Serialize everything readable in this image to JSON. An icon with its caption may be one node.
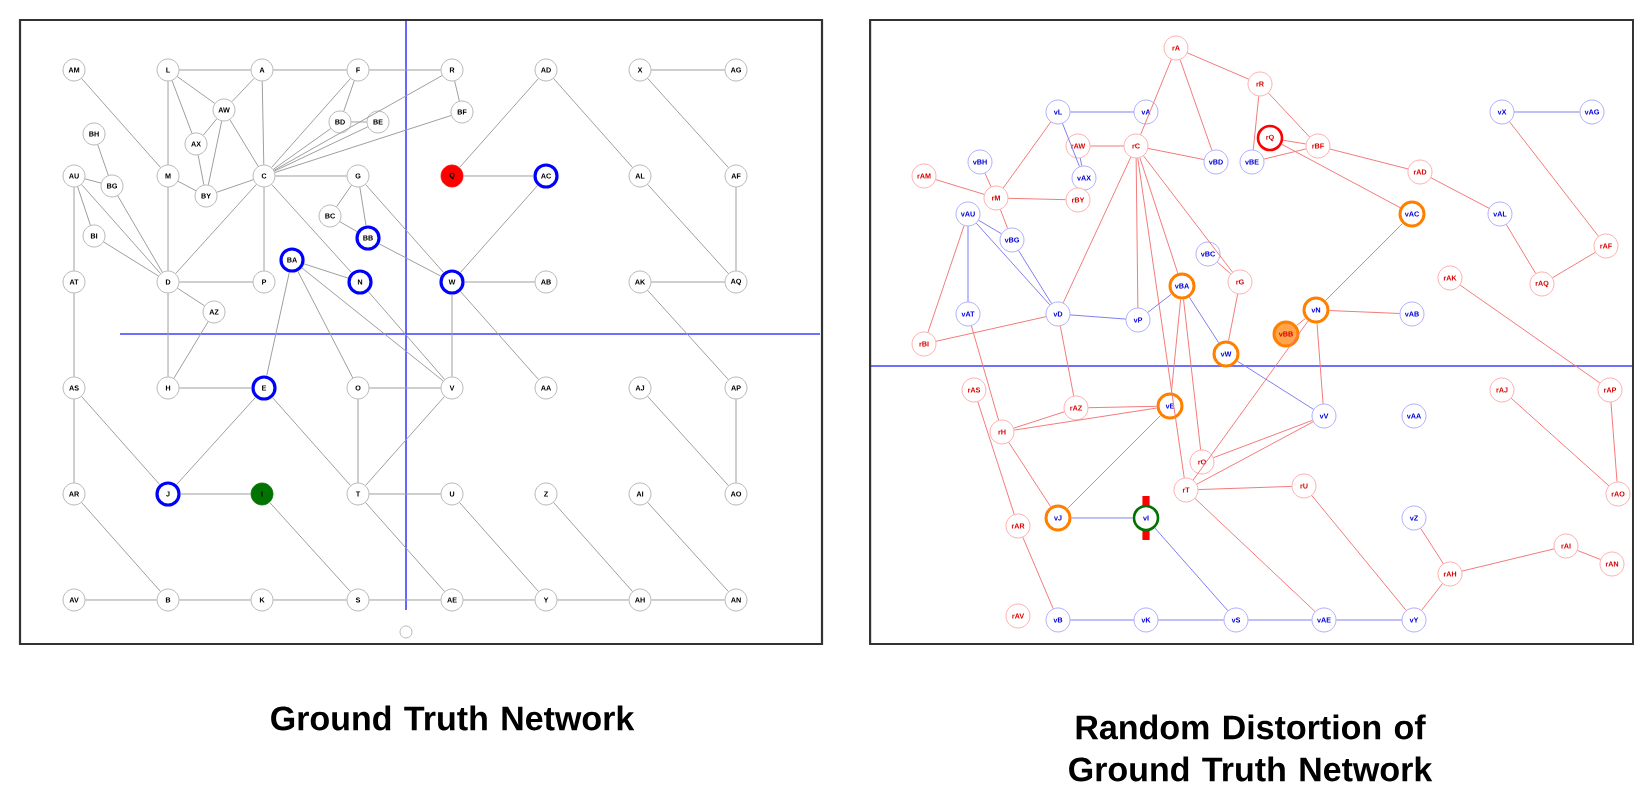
{
  "diagram": {
    "nodes": [
      {
        "text": [
          "Ground Truth Network"
        ]
      },
      {
        "text": [
          "Random Distortion of Ground Truth Network"
        ]
      },
      {
        "text": [
          "AM"
        ],
        "in": 0
      },
      {
        "text": [
          "L"
        ],
        "in": 0
      },
      {
        "text": [
          "A"
        ],
        "in": 0
      },
      {
        "text": [
          "F"
        ],
        "in": 0
      },
      {
        "text": [
          "R"
        ],
        "in": 0
      },
      {
        "text": [
          "AD"
        ],
        "in": 0
      },
      {
        "text": [
          "X"
        ],
        "in": 0
      },
      {
        "text": [
          "AG"
        ],
        "in": 0
      },
      {
        "text": [
          "AW"
        ],
        "in": 0
      },
      {
        "text": [
          "BF"
        ],
        "in": 0
      },
      {
        "text": [
          "BD"
        ],
        "in": 0
      },
      {
        "text": [
          "BE"
        ],
        "in": 0
      },
      {
        "text": [
          "BH"
        ],
        "in": 0
      },
      {
        "text": [
          "AX"
        ],
        "in": 0
      },
      {
        "text": [
          "AU"
        ],
        "in": 0
      },
      {
        "text": [
          "M"
        ],
        "in": 0
      },
      {
        "text": [
          "C"
        ],
        "in": 0
      },
      {
        "text": [
          "G"
        ],
        "in": 0
      },
      {
        "text": [
          "Q"
        ],
        "in": 0
      },
      {
        "text": [
          "AC"
        ],
        "in": 0
      },
      {
        "text": [
          "AL"
        ],
        "in": 0
      },
      {
        "text": [
          "AF"
        ],
        "in": 0
      },
      {
        "text": [
          "BG"
        ],
        "in": 0
      },
      {
        "text": [
          "BY"
        ],
        "in": 0
      },
      {
        "text": [
          "BC"
        ],
        "in": 0
      },
      {
        "text": [
          "BI"
        ],
        "in": 0
      },
      {
        "text": [
          "BB"
        ],
        "in": 0
      },
      {
        "text": [
          "BA"
        ],
        "in": 0
      },
      {
        "text": [
          "AT"
        ],
        "in": 0
      },
      {
        "text": [
          "D"
        ],
        "in": 0
      },
      {
        "text": [
          "P"
        ],
        "in": 0
      },
      {
        "text": [
          "N"
        ],
        "in": 0
      },
      {
        "text": [
          "W"
        ],
        "in": 0
      },
      {
        "text": [
          "AB"
        ],
        "in": 0
      },
      {
        "text": [
          "AK"
        ],
        "in": 0
      },
      {
        "text": [
          "AQ"
        ],
        "in": 0
      },
      {
        "text": [
          "AZ"
        ],
        "in": 0
      },
      {
        "text": [
          "AS"
        ],
        "in": 0
      },
      {
        "text": [
          "H"
        ],
        "in": 0
      },
      {
        "text": [
          "E"
        ],
        "in": 0
      },
      {
        "text": [
          "O"
        ],
        "in": 0
      },
      {
        "text": [
          "V"
        ],
        "in": 0
      },
      {
        "text": [
          "AA"
        ],
        "in": 0
      },
      {
        "text": [
          "AJ"
        ],
        "in": 0
      },
      {
        "text": [
          "AP"
        ],
        "in": 0
      },
      {
        "text": [
          "AR"
        ],
        "in": 0
      },
      {
        "text": [
          "J"
        ],
        "in": 0
      },
      {
        "text": [
          "I"
        ],
        "in": 0
      },
      {
        "text": [
          "T"
        ],
        "in": 0
      },
      {
        "text": [
          "U"
        ],
        "in": 0
      },
      {
        "text": [
          "Z"
        ],
        "in": 0
      },
      {
        "text": [
          "AI"
        ],
        "in": 0
      },
      {
        "text": [
          "AO"
        ],
        "in": 0
      },
      {
        "text": [
          "AV"
        ],
        "in": 0
      },
      {
        "text": [
          "B"
        ],
        "in": 0
      },
      {
        "text": [
          "K"
        ],
        "in": 0
      },
      {
        "text": [
          "S"
        ],
        "in": 0
      },
      {
        "text": [
          "AE"
        ],
        "in": 0
      },
      {
        "text": [
          "Y"
        ],
        "in": 0
      },
      {
        "text": [
          "AH"
        ],
        "in": 0
      },
      {
        "text": [
          "AN"
        ],
        "in": 0
      },
      {
        "text": [
          "rA"
        ],
        "in": 1
      },
      {
        "text": [
          "rR"
        ],
        "in": 1
      },
      {
        "text": [
          "vL"
        ],
        "in": 1
      },
      {
        "text": [
          "vA"
        ],
        "in": 1
      },
      {
        "text": [
          "vX"
        ],
        "in": 1
      },
      {
        "text": [
          "vAG"
        ],
        "in": 1
      },
      {
        "text": [
          "rQ"
        ],
        "in": 1
      },
      {
        "text": [
          "rAW"
        ],
        "in": 1
      },
      {
        "text": [
          "rC"
        ],
        "in": 1
      },
      {
        "text": [
          "rBF"
        ],
        "in": 1
      },
      {
        "text": [
          "vBD"
        ],
        "in": 1
      },
      {
        "text": [
          "vBE"
        ],
        "in": 1
      },
      {
        "text": [
          "rAD"
        ],
        "in": 1
      },
      {
        "text": [
          "vBH"
        ],
        "in": 1
      },
      {
        "text": [
          "rAM"
        ],
        "in": 1
      },
      {
        "text": [
          "vAX"
        ],
        "in": 1
      },
      {
        "text": [
          "rBY"
        ],
        "in": 1
      },
      {
        "text": [
          "rM"
        ],
        "in": 1
      },
      {
        "text": [
          "vAU"
        ],
        "in": 1
      },
      {
        "text": [
          "vAC"
        ],
        "in": 1
      },
      {
        "text": [
          "vAL"
        ],
        "in": 1
      },
      {
        "text": [
          "vBG"
        ],
        "in": 1
      },
      {
        "text": [
          "rAF"
        ],
        "in": 1
      },
      {
        "text": [
          "vBC"
        ],
        "in": 1
      },
      {
        "text": [
          "rAK"
        ],
        "in": 1
      },
      {
        "text": [
          "rG"
        ],
        "in": 1
      },
      {
        "text": [
          "rAQ"
        ],
        "in": 1
      },
      {
        "text": [
          "vBA"
        ],
        "in": 1
      },
      {
        "text": [
          "vN"
        ],
        "in": 1
      },
      {
        "text": [
          "vAB"
        ],
        "in": 1
      },
      {
        "text": [
          "vP"
        ],
        "in": 1
      },
      {
        "text": [
          "vD"
        ],
        "in": 1
      },
      {
        "text": [
          "vAT"
        ],
        "in": 1
      },
      {
        "text": [
          "vBB"
        ],
        "in": 1
      },
      {
        "text": [
          "rBI"
        ],
        "in": 1
      },
      {
        "text": [
          "vW"
        ],
        "in": 1
      },
      {
        "text": [
          "rAS"
        ],
        "in": 1
      },
      {
        "text": [
          "rAJ"
        ],
        "in": 1
      },
      {
        "text": [
          "rAP"
        ],
        "in": 1
      },
      {
        "text": [
          "vE"
        ],
        "in": 1
      },
      {
        "text": [
          "rAZ"
        ],
        "in": 1
      },
      {
        "text": [
          "vV"
        ],
        "in": 1
      },
      {
        "text": [
          "vAA"
        ],
        "in": 1
      },
      {
        "text": [
          "rH"
        ],
        "in": 1
      },
      {
        "text": [
          "rO"
        ],
        "in": 1
      },
      {
        "text": [
          "rT"
        ],
        "in": 1
      },
      {
        "text": [
          "rU"
        ],
        "in": 1
      },
      {
        "text": [
          "rAO"
        ],
        "in": 1
      },
      {
        "text": [
          "vJ"
        ],
        "in": 1
      },
      {
        "text": [
          "vI"
        ],
        "in": 1
      },
      {
        "text": [
          "vZ"
        ],
        "in": 1
      },
      {
        "text": [
          "rAR"
        ],
        "in": 1
      },
      {
        "text": [
          "rAI"
        ],
        "in": 1
      },
      {
        "text": [
          "rAN"
        ],
        "in": 1
      },
      {
        "text": [
          "rAH"
        ],
        "in": 1
      },
      {
        "text": [
          "rAV"
        ],
        "in": 1
      },
      {
        "text": [
          "vB"
        ],
        "in": 1
      },
      {
        "text": [
          "vK"
        ],
        "in": 1
      },
      {
        "text": [
          "vS"
        ],
        "in": 1
      },
      {
        "text": [
          "vAE"
        ],
        "in": 1
      },
      {
        "text": [
          "vY"
        ],
        "in": 1
      }
    ],
    "edges": [
      {
        "from": 3,
        "to": 4,
        "arrow": "none"
      },
      {
        "from": 4,
        "to": 5,
        "arrow": "none"
      },
      {
        "from": 5,
        "to": 6,
        "arrow": "none"
      },
      {
        "from": 2,
        "to": 17,
        "arrow": "none"
      },
      {
        "from": 3,
        "to": 17,
        "arrow": "none"
      },
      {
        "from": 17,
        "to": 31,
        "arrow": "none"
      },
      {
        "from": 31,
        "to": 40,
        "arrow": "none"
      },
      {
        "from": 3,
        "to": 10,
        "arrow": "none"
      },
      {
        "from": 3,
        "to": 15,
        "arrow": "none"
      },
      {
        "from": 10,
        "to": 15,
        "arrow": "none"
      },
      {
        "from": 10,
        "to": 25,
        "arrow": "none"
      },
      {
        "from": 15,
        "to": 25,
        "arrow": "none"
      },
      {
        "from": 4,
        "to": 10,
        "arrow": "none"
      },
      {
        "from": 10,
        "to": 18,
        "arrow": "none"
      },
      {
        "from": 4,
        "to": 18,
        "arrow": "none"
      },
      {
        "from": 18,
        "to": 32,
        "arrow": "none"
      },
      {
        "from": 17,
        "to": 25,
        "arrow": "none"
      },
      {
        "from": 25,
        "to": 18,
        "arrow": "none"
      },
      {
        "from": 5,
        "to": 18,
        "arrow": "none"
      },
      {
        "from": 12,
        "to": 18,
        "arrow": "none"
      },
      {
        "from": 13,
        "to": 18,
        "arrow": "none"
      },
      {
        "from": 6,
        "to": 18,
        "arrow": "none"
      },
      {
        "from": 11,
        "to": 18,
        "arrow": "none"
      },
      {
        "from": 12,
        "to": 13,
        "arrow": "none"
      },
      {
        "from": 5,
        "to": 12,
        "arrow": "none"
      },
      {
        "from": 6,
        "to": 11,
        "arrow": "none"
      },
      {
        "from": 18,
        "to": 19,
        "arrow": "none"
      },
      {
        "from": 18,
        "to": 31,
        "arrow": "none"
      },
      {
        "from": 18,
        "to": 33,
        "arrow": "none"
      },
      {
        "from": 19,
        "to": 26,
        "arrow": "none"
      },
      {
        "from": 19,
        "to": 28,
        "arrow": "none"
      },
      {
        "from": 19,
        "to": 34,
        "arrow": "none"
      },
      {
        "from": 28,
        "to": 34,
        "arrow": "none"
      },
      {
        "from": 26,
        "to": 28,
        "arrow": "none"
      },
      {
        "from": 14,
        "to": 24,
        "arrow": "none"
      },
      {
        "from": 16,
        "to": 24,
        "arrow": "none"
      },
      {
        "from": 16,
        "to": 27,
        "arrow": "none"
      },
      {
        "from": 16,
        "to": 31,
        "arrow": "none"
      },
      {
        "from": 16,
        "to": 30,
        "arrow": "none"
      },
      {
        "from": 24,
        "to": 31,
        "arrow": "none"
      },
      {
        "from": 27,
        "to": 31,
        "arrow": "none"
      },
      {
        "from": 30,
        "to": 39,
        "arrow": "none"
      },
      {
        "from": 39,
        "to": 47,
        "arrow": "none"
      },
      {
        "from": 31,
        "to": 32,
        "arrow": "none"
      },
      {
        "from": 31,
        "to": 38,
        "arrow": "none"
      },
      {
        "from": 38,
        "to": 40,
        "arrow": "none"
      },
      {
        "from": 29,
        "to": 33,
        "arrow": "none"
      },
      {
        "from": 29,
        "to": 41,
        "arrow": "none"
      },
      {
        "from": 29,
        "to": 42,
        "arrow": "none"
      },
      {
        "from": 29,
        "to": 43,
        "arrow": "none"
      },
      {
        "from": 33,
        "to": 43,
        "arrow": "none"
      },
      {
        "from": 34,
        "to": 43,
        "arrow": "none"
      },
      {
        "from": 34,
        "to": 21,
        "arrow": "none"
      },
      {
        "from": 20,
        "to": 21,
        "arrow": "none"
      },
      {
        "from": 20,
        "to": 7,
        "arrow": "none"
      },
      {
        "from": 7,
        "to": 22,
        "arrow": "none"
      },
      {
        "from": 22,
        "to": 37,
        "arrow": "none"
      },
      {
        "from": 8,
        "to": 9,
        "arrow": "none"
      },
      {
        "from": 8,
        "to": 23,
        "arrow": "none"
      },
      {
        "from": 23,
        "to": 37,
        "arrow": "none"
      },
      {
        "from": 36,
        "to": 37,
        "arrow": "none"
      },
      {
        "from": 34,
        "to": 35,
        "arrow": "none"
      },
      {
        "from": 34,
        "to": 44,
        "arrow": "none"
      },
      {
        "from": 36,
        "to": 46,
        "arrow": "none"
      },
      {
        "from": 39,
        "to": 48,
        "arrow": "none"
      },
      {
        "from": 40,
        "to": 41,
        "arrow": "none"
      },
      {
        "from": 41,
        "to": 48,
        "arrow": "none"
      },
      {
        "from": 41,
        "to": 50,
        "arrow": "none"
      },
      {
        "from": 42,
        "to": 43,
        "arrow": "none"
      },
      {
        "from": 42,
        "to": 50,
        "arrow": "none"
      },
      {
        "from": 43,
        "to": 50,
        "arrow": "none"
      },
      {
        "from": 45,
        "to": 54,
        "arrow": "none"
      },
      {
        "from": 46,
        "to": 54,
        "arrow": "none"
      },
      {
        "from": 47,
        "to": 56,
        "arrow": "none"
      },
      {
        "from": 48,
        "to": 49,
        "arrow": "none"
      },
      {
        "from": 49,
        "to": 58,
        "arrow": "none"
      },
      {
        "from": 50,
        "to": 51,
        "arrow": "none"
      },
      {
        "from": 50,
        "to": 59,
        "arrow": "none"
      },
      {
        "from": 51,
        "to": 60,
        "arrow": "none"
      },
      {
        "from": 52,
        "to": 61,
        "arrow": "none"
      },
      {
        "from": 53,
        "to": 62,
        "arrow": "none"
      },
      {
        "from": 55,
        "to": 56,
        "arrow": "none"
      },
      {
        "from": 56,
        "to": 57,
        "arrow": "none"
      },
      {
        "from": 57,
        "to": 58,
        "arrow": "none"
      },
      {
        "from": 58,
        "to": 59,
        "arrow": "none"
      },
      {
        "from": 59,
        "to": 60,
        "arrow": "none"
      },
      {
        "from": 60,
        "to": 61,
        "arrow": "none"
      },
      {
        "from": 61,
        "to": 62,
        "arrow": "none"
      },
      {
        "from": 63,
        "to": 71,
        "arrow": "none",
        "color": "#f47a7a"
      },
      {
        "from": 63,
        "to": 73,
        "arrow": "none",
        "color": "#f47a7a"
      },
      {
        "from": 63,
        "to": 64,
        "arrow": "none",
        "color": "#f47a7a"
      },
      {
        "from": 70,
        "to": 71,
        "arrow": "none",
        "color": "#f47a7a"
      },
      {
        "from": 70,
        "to": 78,
        "arrow": "none",
        "color": "#8080f0"
      },
      {
        "from": 71,
        "to": 73,
        "arrow": "none",
        "color": "#f47a7a"
      },
      {
        "from": 77,
        "to": 80,
        "arrow": "none",
        "color": "#f47a7a"
      },
      {
        "from": 80,
        "to": 79,
        "arrow": "none",
        "color": "#f47a7a"
      },
      {
        "from": 76,
        "to": 80,
        "arrow": "none",
        "color": "#f47a7a"
      },
      {
        "from": 84,
        "to": 80,
        "arrow": "none",
        "color": "#f47a7a"
      },
      {
        "from": 65,
        "to": 80,
        "arrow": "none",
        "color": "#f47a7a"
      },
      {
        "from": 65,
        "to": 66,
        "arrow": "none",
        "color": "#8080f0"
      },
      {
        "from": 65,
        "to": 78,
        "arrow": "none",
        "color": "#8080f0"
      },
      {
        "from": 71,
        "to": 94,
        "arrow": "none",
        "color": "#f47a7a"
      },
      {
        "from": 71,
        "to": 93,
        "arrow": "none",
        "color": "#f47a7a"
      },
      {
        "from": 71,
        "to": 90,
        "arrow": "none",
        "color": "#f47a7a"
      },
      {
        "from": 71,
        "to": 88,
        "arrow": "none",
        "color": "#f47a7a"
      },
      {
        "from": 71,
        "to": 108,
        "arrow": "none",
        "color": "#f47a7a"
      },
      {
        "from": 86,
        "to": 88,
        "arrow": "none",
        "color": "#f47a7a"
      },
      {
        "from": 88,
        "to": 98,
        "arrow": "none",
        "color": "#f47a7a"
      },
      {
        "from": 64,
        "to": 72,
        "arrow": "none",
        "color": "#f47a7a"
      },
      {
        "from": 64,
        "to": 74,
        "arrow": "none",
        "color": "#f47a7a"
      },
      {
        "from": 74,
        "to": 72,
        "arrow": "none",
        "color": "#f47a7a"
      },
      {
        "from": 69,
        "to": 72,
        "arrow": "none",
        "color": "#f47a7a"
      },
      {
        "from": 69,
        "to": 82,
        "arrow": "none",
        "color": "#f47a7a"
      },
      {
        "from": 72,
        "to": 75,
        "arrow": "none",
        "color": "#f47a7a"
      },
      {
        "from": 75,
        "to": 83,
        "arrow": "none",
        "color": "#f47a7a"
      },
      {
        "from": 83,
        "to": 89,
        "arrow": "none",
        "color": "#f47a7a"
      },
      {
        "from": 89,
        "to": 85,
        "arrow": "none",
        "color": "#f47a7a"
      },
      {
        "from": 85,
        "to": 67,
        "arrow": "none",
        "color": "#f47a7a"
      },
      {
        "from": 67,
        "to": 68,
        "arrow": "none",
        "color": "#8080f0"
      },
      {
        "from": 87,
        "to": 101,
        "arrow": "none",
        "color": "#f47a7a"
      },
      {
        "from": 82,
        "to": 91,
        "arrow": "none",
        "color": "#f47a7a"
      },
      {
        "from": 91,
        "to": 92,
        "arrow": "none",
        "color": "#f47a7a"
      },
      {
        "from": 91,
        "to": 96,
        "arrow": "none",
        "color": "#f47a7a"
      },
      {
        "from": 91,
        "to": 108,
        "arrow": "none",
        "color": "#f47a7a"
      },
      {
        "from": 91,
        "to": 104,
        "arrow": "none",
        "color": "#f47a7a"
      },
      {
        "from": 90,
        "to": 98,
        "arrow": "none",
        "color": "#8080f0"
      },
      {
        "from": 98,
        "to": 104,
        "arrow": "none",
        "color": "#8080f0"
      },
      {
        "from": 81,
        "to": 84,
        "arrow": "none",
        "color": "#8080f0"
      },
      {
        "from": 81,
        "to": 94,
        "arrow": "none",
        "color": "#8080f0"
      },
      {
        "from": 84,
        "to": 94,
        "arrow": "none",
        "color": "#8080f0"
      },
      {
        "from": 81,
        "to": 95,
        "arrow": "none",
        "color": "#8080f0"
      },
      {
        "from": 81,
        "to": 97,
        "arrow": "none",
        "color": "#f47a7a"
      },
      {
        "from": 97,
        "to": 94,
        "arrow": "none",
        "color": "#f47a7a"
      },
      {
        "from": 94,
        "to": 93,
        "arrow": "none",
        "color": "#8080f0"
      },
      {
        "from": 93,
        "to": 90,
        "arrow": "none",
        "color": "#8080f0"
      },
      {
        "from": 99,
        "to": 114,
        "arrow": "none",
        "color": "#f47a7a"
      },
      {
        "from": 114,
        "to": 119,
        "arrow": "none",
        "color": "#f47a7a"
      },
      {
        "from": 106,
        "to": 103,
        "arrow": "none",
        "color": "#f47a7a"
      },
      {
        "from": 106,
        "to": 102,
        "arrow": "none",
        "color": "#f47a7a"
      },
      {
        "from": 103,
        "to": 102,
        "arrow": "none",
        "color": "#f47a7a"
      },
      {
        "from": 106,
        "to": 111,
        "arrow": "none",
        "color": "#f47a7a"
      },
      {
        "from": 102,
        "to": 111,
        "arrow": "none",
        "color": "#f47a7a"
      },
      {
        "from": 111,
        "to": 112,
        "arrow": "none",
        "color": "#8080f0"
      },
      {
        "from": 112,
        "to": 121,
        "arrow": "none",
        "color": "#8080f0"
      },
      {
        "from": 119,
        "to": 120,
        "arrow": "none",
        "color": "#8080f0"
      },
      {
        "from": 120,
        "to": 121,
        "arrow": "none",
        "color": "#8080f0"
      },
      {
        "from": 121,
        "to": 122,
        "arrow": "none",
        "color": "#8080f0"
      },
      {
        "from": 122,
        "to": 123,
        "arrow": "none",
        "color": "#8080f0"
      },
      {
        "from": 108,
        "to": 104,
        "arrow": "none",
        "color": "#f47a7a"
      },
      {
        "from": 107,
        "to": 104,
        "arrow": "none",
        "color": "#f47a7a"
      },
      {
        "from": 108,
        "to": 109,
        "arrow": "none",
        "color": "#f47a7a"
      },
      {
        "from": 108,
        "to": 122,
        "arrow": "none",
        "color": "#f47a7a"
      },
      {
        "from": 109,
        "to": 123,
        "arrow": "none",
        "color": "#f47a7a"
      },
      {
        "from": 113,
        "to": 117,
        "arrow": "none",
        "color": "#f47a7a"
      },
      {
        "from": 117,
        "to": 123,
        "arrow": "none",
        "color": "#f47a7a"
      },
      {
        "from": 117,
        "to": 115,
        "arrow": "none",
        "color": "#f47a7a"
      },
      {
        "from": 115,
        "to": 116,
        "arrow": "none",
        "color": "#f47a7a"
      },
      {
        "from": 100,
        "to": 110,
        "arrow": "none",
        "color": "#f47a7a"
      },
      {
        "from": 101,
        "to": 110,
        "arrow": "none",
        "color": "#f47a7a"
      },
      {
        "from": 90,
        "to": 102,
        "arrow": "none",
        "color": "#f47a7a"
      },
      {
        "from": 90,
        "to": 107,
        "arrow": "none",
        "color": "#f47a7a"
      },
      {
        "from": 95,
        "to": 106,
        "arrow": "none",
        "color": "#f47a7a"
      },
      {
        "from": 94,
        "to": 103,
        "arrow": "none",
        "color": "#f47a7a"
      }
    ]
  }
}
